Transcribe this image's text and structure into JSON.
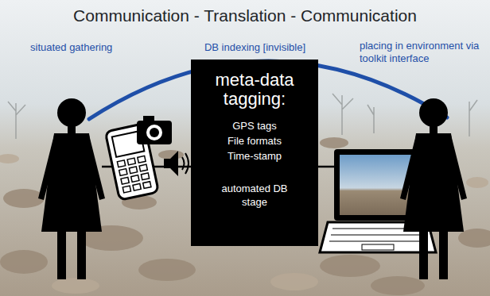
{
  "diagram": {
    "title": "Communication - Translation - Communication",
    "nodes": [
      {
        "text": [
          "meta-data tagging:",
          "GPS tags",
          "File formats",
          "Time-stamp",
          "automated DB stage"
        ]
      }
    ],
    "labels": [
      "situated gathering",
      "DB indexing [invisible]",
      "placing in environment via toolkit interface"
    ]
  }
}
